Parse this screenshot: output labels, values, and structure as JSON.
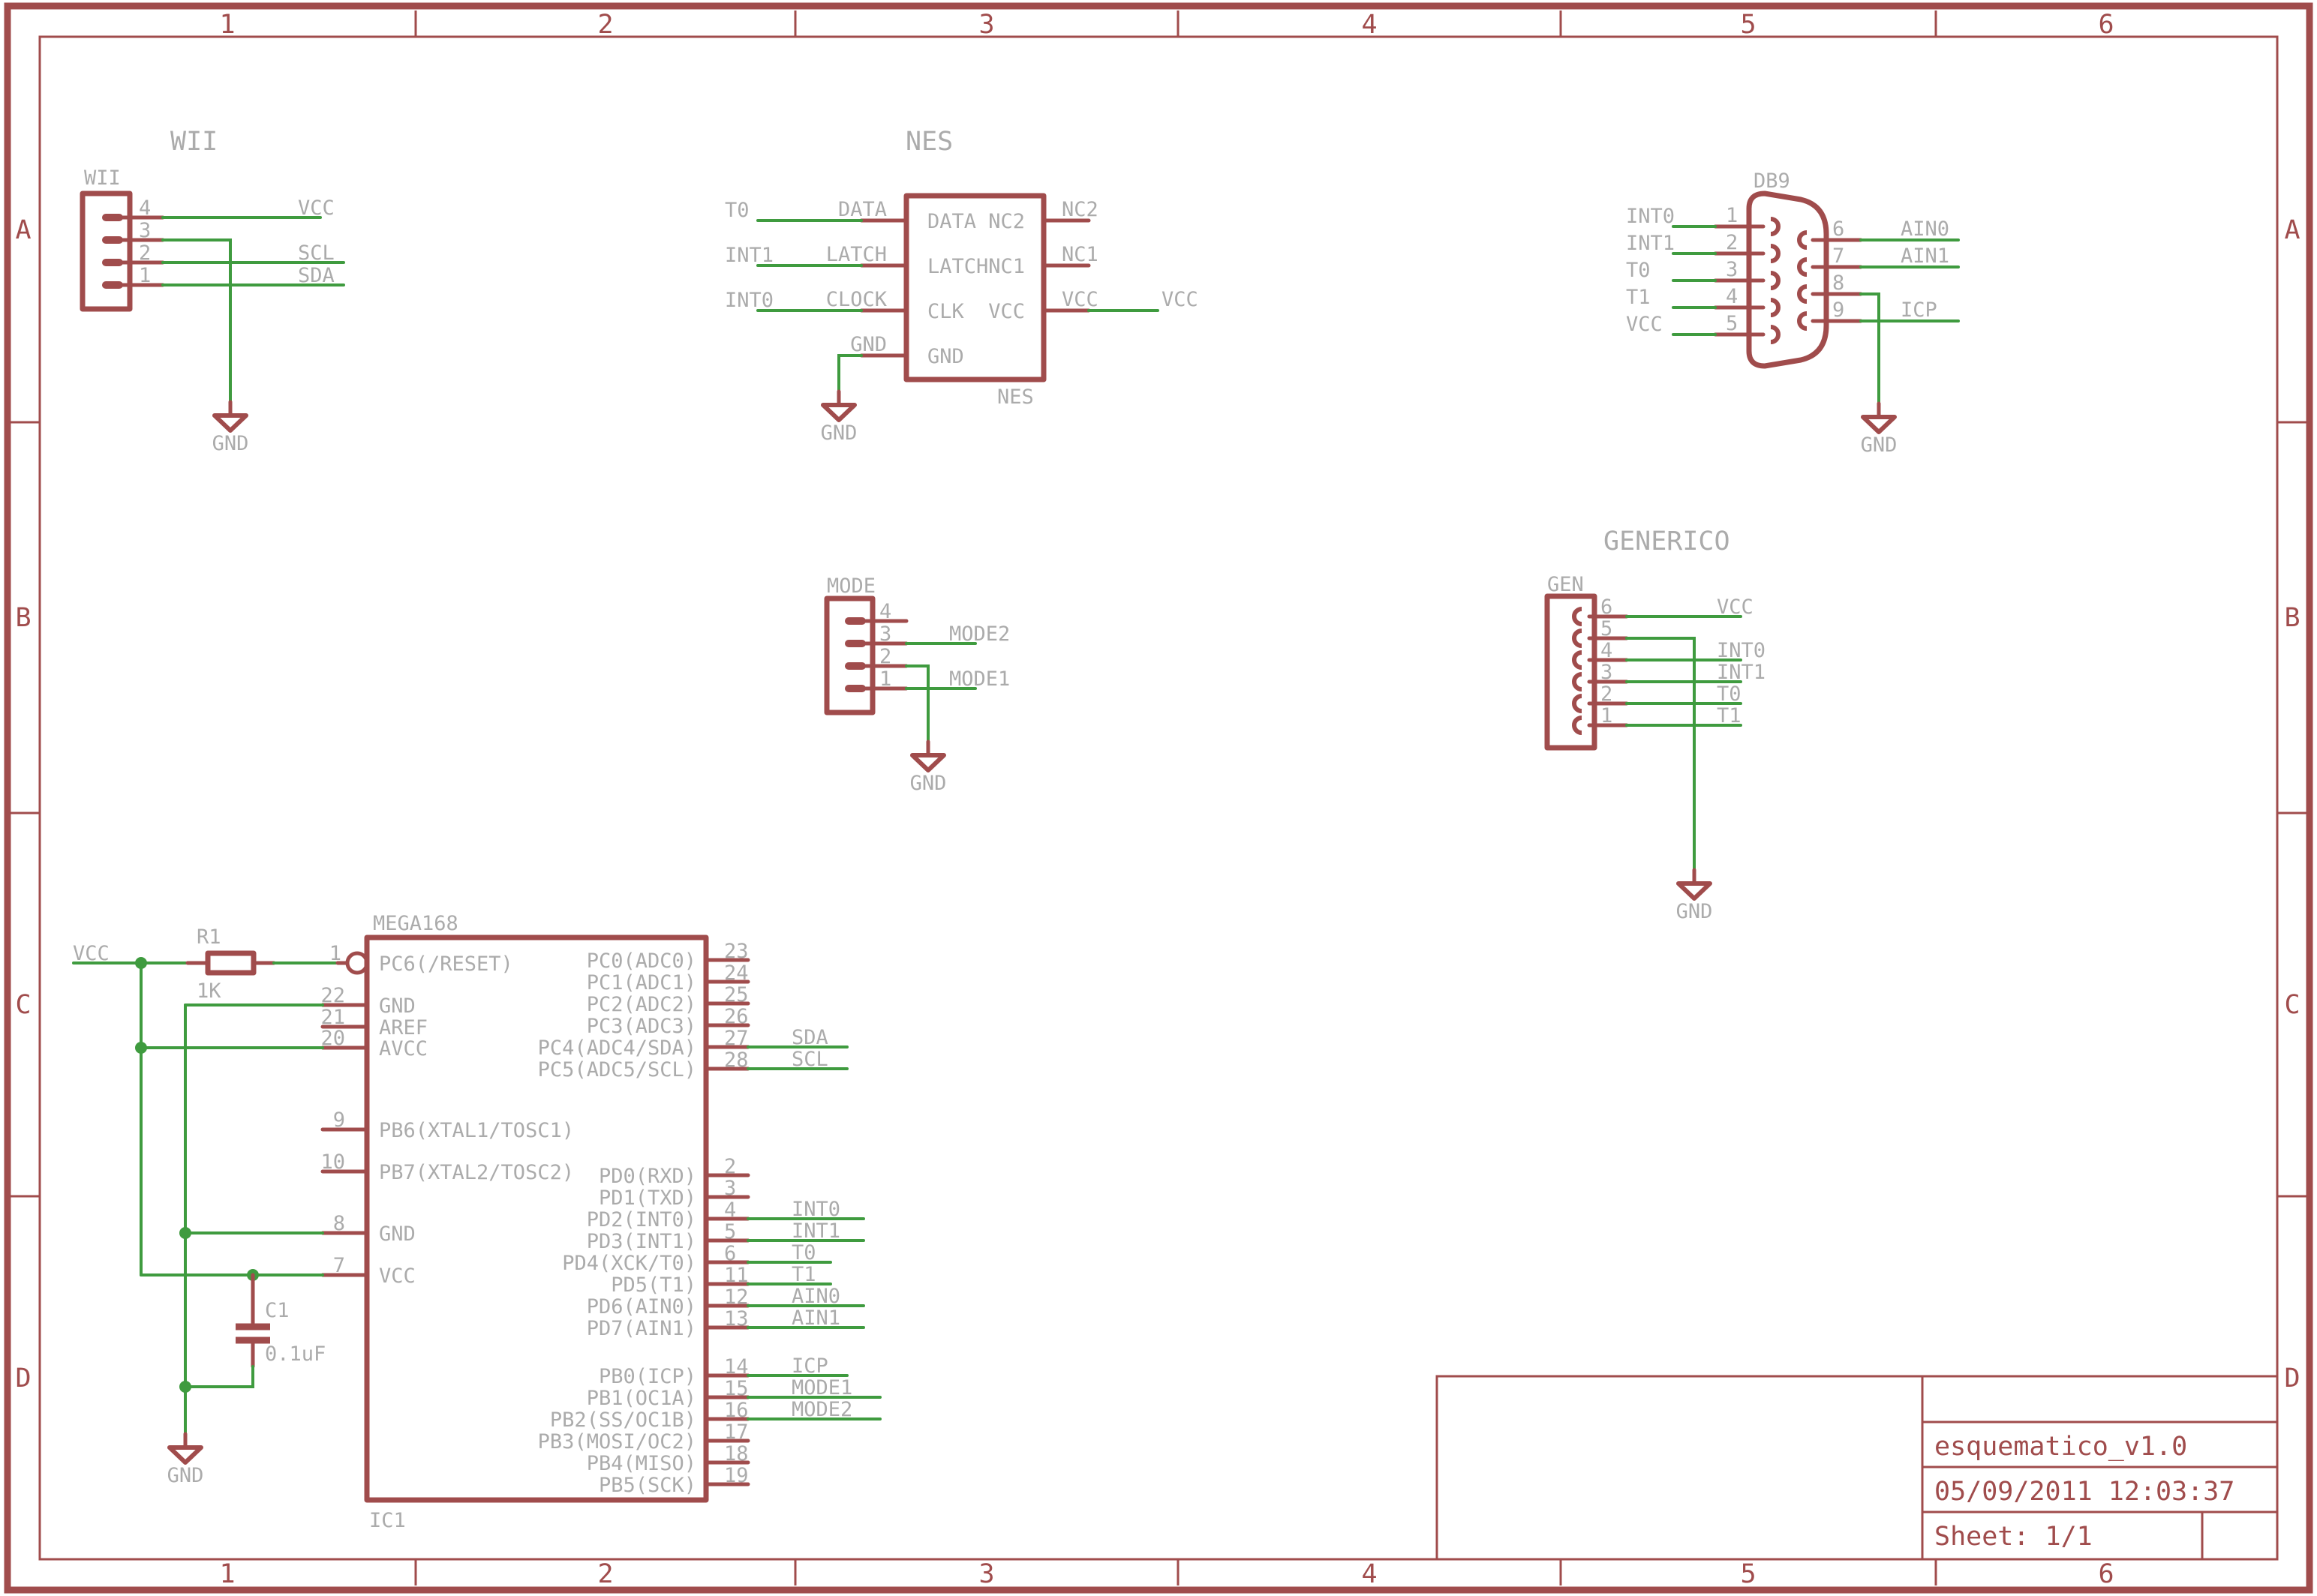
{
  "frame": {
    "columns": [
      "1",
      "2",
      "3",
      "4",
      "5",
      "6"
    ],
    "rows": [
      "A",
      "B",
      "C",
      "D"
    ]
  },
  "title_block": {
    "project": "esquematico_v1.0",
    "datetime": "05/09/2011 12:03:37",
    "sheet_label": "Sheet: 1/1"
  },
  "colors": {
    "outline": "#a04c4c",
    "net": "#3f9b3f",
    "label": "#ababab"
  },
  "wii": {
    "heading": "WII",
    "refdes": "WII",
    "pin_numbers": [
      "4",
      "3",
      "2",
      "1"
    ],
    "net_vcc": "VCC",
    "net_scl": "SCL",
    "net_sda": "SDA",
    "gnd": "GND"
  },
  "nes": {
    "heading": "NES",
    "refdes": "NES",
    "left_nets": [
      "T0",
      "INT1",
      "INT0"
    ],
    "left_pads": [
      "DATA",
      "LATCH",
      "CLOCK",
      "GND"
    ],
    "inner_left": [
      "DATA",
      "LATCH",
      "CLK",
      "GND"
    ],
    "inner_right": [
      "NC2",
      "NC1",
      "VCC"
    ],
    "right_pads": [
      "NC2",
      "NC1",
      "VCC"
    ],
    "net_vcc": "VCC",
    "gnd": "GND"
  },
  "db9": {
    "refdes": "DB9",
    "left_nets": [
      "INT0",
      "INT1",
      "T0",
      "T1",
      "VCC"
    ],
    "left_pins": [
      "1",
      "2",
      "3",
      "4",
      "5"
    ],
    "right_pins": [
      "6",
      "7",
      "8",
      "9"
    ],
    "net_ain0": "AIN0",
    "net_ain1": "AIN1",
    "net_icp": "ICP",
    "gnd": "GND"
  },
  "mode": {
    "refdes": "MODE",
    "pin_numbers": [
      "4",
      "3",
      "2",
      "1"
    ],
    "net_mode2": "MODE2",
    "net_mode1": "MODE1",
    "gnd": "GND"
  },
  "generico": {
    "heading": "GENERICO",
    "refdes": "GEN",
    "pin_numbers": [
      "6",
      "5",
      "4",
      "3",
      "2",
      "1"
    ],
    "net_vcc": "VCC",
    "net_int0": "INT0",
    "net_int1": "INT1",
    "net_t0": "T0",
    "net_t1": "T1",
    "gnd": "GND"
  },
  "mcu": {
    "part": "MEGA168",
    "refdes": "IC1",
    "net_vcc": "VCC",
    "gnd": "GND",
    "r1": {
      "name": "R1",
      "value": "1K"
    },
    "c1": {
      "name": "C1",
      "value": "0.1uF"
    },
    "left_pins": [
      {
        "num": "1",
        "name": "PC6(/RESET)"
      },
      {
        "num": "22",
        "name": "GND"
      },
      {
        "num": "21",
        "name": "AREF"
      },
      {
        "num": "20",
        "name": "AVCC"
      },
      {
        "num": "9",
        "name": "PB6(XTAL1/TOSC1)"
      },
      {
        "num": "10",
        "name": "PB7(XTAL2/TOSC2)"
      },
      {
        "num": "8",
        "name": "GND"
      },
      {
        "num": "7",
        "name": "VCC"
      }
    ],
    "right_pins": [
      {
        "num": "23",
        "name": "PC0(ADC0)",
        "net": ""
      },
      {
        "num": "24",
        "name": "PC1(ADC1)",
        "net": ""
      },
      {
        "num": "25",
        "name": "PC2(ADC2)",
        "net": ""
      },
      {
        "num": "26",
        "name": "PC3(ADC3)",
        "net": ""
      },
      {
        "num": "27",
        "name": "PC4(ADC4/SDA)",
        "net": "SDA"
      },
      {
        "num": "28",
        "name": "PC5(ADC5/SCL)",
        "net": "SCL"
      },
      {
        "num": "2",
        "name": "PD0(RXD)",
        "net": ""
      },
      {
        "num": "3",
        "name": "PD1(TXD)",
        "net": ""
      },
      {
        "num": "4",
        "name": "PD2(INT0)",
        "net": "INT0"
      },
      {
        "num": "5",
        "name": "PD3(INT1)",
        "net": "INT1"
      },
      {
        "num": "6",
        "name": "PD4(XCK/T0)",
        "net": "T0"
      },
      {
        "num": "11",
        "name": "PD5(T1)",
        "net": "T1"
      },
      {
        "num": "12",
        "name": "PD6(AIN0)",
        "net": "AIN0"
      },
      {
        "num": "13",
        "name": "PD7(AIN1)",
        "net": "AIN1"
      },
      {
        "num": "14",
        "name": "PB0(ICP)",
        "net": "ICP"
      },
      {
        "num": "15",
        "name": "PB1(OC1A)",
        "net": "MODE1"
      },
      {
        "num": "16",
        "name": "PB2(SS/OC1B)",
        "net": "MODE2"
      },
      {
        "num": "17",
        "name": "PB3(MOSI/OC2)",
        "net": ""
      },
      {
        "num": "18",
        "name": "PB4(MISO)",
        "net": ""
      },
      {
        "num": "19",
        "name": "PB5(SCK)",
        "net": ""
      }
    ]
  }
}
